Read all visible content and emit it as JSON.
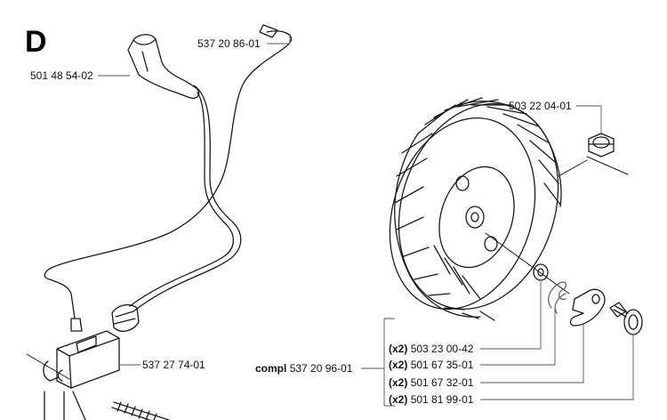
{
  "section_letter": "D",
  "parts": {
    "wire_terminal": "537 20 86-01",
    "spark_plug_cap": "501 48 54-02",
    "flywheel_nut": "503 22 04-01",
    "ignition_module": "537 27 74-01",
    "washer": "503 23 00-42",
    "spring": "501 67 35-01",
    "pawl": "501 67 32-01",
    "screw": "501 81 99-01"
  },
  "quantities": {
    "washer": "(x2)",
    "spring": "(x2)",
    "pawl": "(x2)",
    "screw": "(x2)"
  },
  "assembly": {
    "prefix": "compl",
    "number": "537 20 96-01"
  },
  "colors": {
    "line": "#1a1a1a",
    "leader": "#555555"
  }
}
